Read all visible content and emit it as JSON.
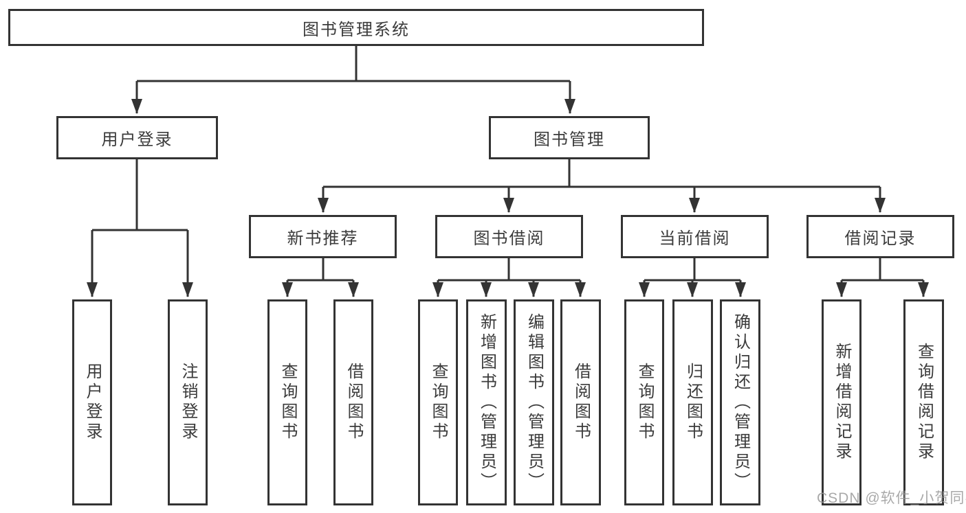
{
  "diagram": {
    "title": "图书管理系统",
    "nodes": {
      "root": "图书管理系统",
      "login_branch": "用户登录",
      "mgmt_branch": "图书管理",
      "module_new_book": "新书推荐",
      "module_book_borrow": "图书借阅",
      "module_current_borrow": "当前借阅",
      "module_borrow_record": "借阅记录",
      "leaf_user_login": "用户登录",
      "leaf_logout": "注销登录",
      "leaf_newbook_query": "查询图书",
      "leaf_newbook_borrow": "借阅图书",
      "leaf_bookborrow_query": "查询图书",
      "leaf_bookborrow_add": "新增图书（管理员）",
      "leaf_bookborrow_edit": "编辑图书（管理员）",
      "leaf_bookborrow_borrow": "借阅图书",
      "leaf_current_query": "查询图书",
      "leaf_current_return": "归还图书",
      "leaf_current_confirm": "确认归还（管理员）",
      "leaf_record_add": "新增借阅记录",
      "leaf_record_query": "查询借阅记录"
    },
    "watermark": "CSDN @软件_小贺同学",
    "colors": {
      "line": "#333333",
      "text": "#3b3b3b",
      "background": "#ffffff",
      "watermark": "#9b9b9b"
    }
  }
}
